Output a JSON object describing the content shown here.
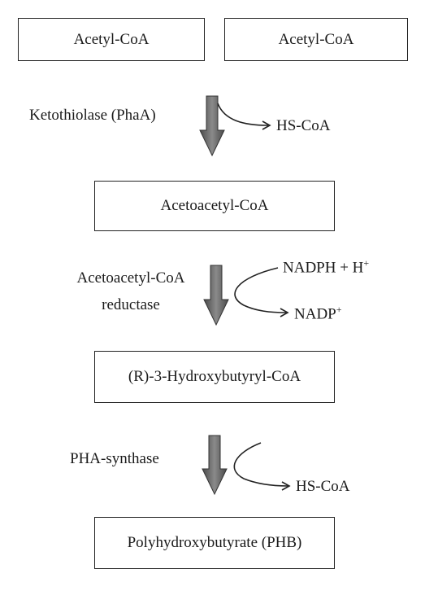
{
  "diagram": {
    "substrate_left": "Acetyl-CoA",
    "substrate_right": "Acetyl-CoA",
    "step1": {
      "enzyme": "Ketothiolase (PhaA)",
      "out": "HS-CoA"
    },
    "intermediate1": "Acetoacetyl-CoA",
    "step2": {
      "enzyme_line1": "Acetoacetyl-CoA",
      "enzyme_line2": "reductase",
      "in_base": "NADPH + H",
      "in_sup": "+",
      "out_base": "NADP",
      "out_sup": "+"
    },
    "intermediate2": "(R)-3-Hydroxybutyryl-CoA",
    "step3": {
      "enzyme": "PHA-synthase",
      "out": "HS-CoA"
    },
    "product": "Polyhydroxybutyrate (PHB)"
  }
}
